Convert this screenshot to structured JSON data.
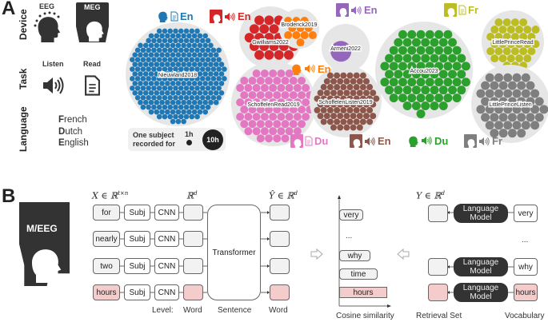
{
  "panel_a": {
    "label": "A",
    "rows": {
      "device": "Device",
      "task": "Task",
      "language": "Language"
    },
    "devices": {
      "eeg": "EEG",
      "meg": "MEG"
    },
    "tasks": {
      "listen": "Listen",
      "read": "Read"
    },
    "languages": [
      {
        "initial": "F",
        "rest": "rench"
      },
      {
        "initial": "D",
        "rest": "utch"
      },
      {
        "initial": "E",
        "rest": "nglish"
      }
    ],
    "legend": {
      "text_line1": "One subject",
      "text_line2": "recorded for",
      "small": "1h",
      "large": "10h"
    },
    "datasets": [
      {
        "name": "Nieuwland2018",
        "color": "#1f77b4",
        "device": "EEG",
        "task": "Read",
        "lang": "En"
      },
      {
        "name": "Gwilliams2022",
        "color": "#d62728",
        "device": "MEG",
        "task": "Listen",
        "lang": "En"
      },
      {
        "name": "Broderick2019",
        "color": "#ff7f0e",
        "device": "EEG",
        "task": "Listen",
        "lang": "En"
      },
      {
        "name": "Armeni2022",
        "color": "#9467bd",
        "device": "MEG",
        "task": "Listen",
        "lang": "En"
      },
      {
        "name": "SchoffelenRead2019",
        "color": "#e377c2",
        "device": "MEG",
        "task": "Read",
        "lang": "Du"
      },
      {
        "name": "SchoffelenListen2019",
        "color": "#8c564b",
        "device": "MEG",
        "task": "Listen",
        "lang": "En"
      },
      {
        "name": "Accou2023",
        "color": "#2ca02c",
        "device": "EEG",
        "task": "Listen",
        "lang": "Du"
      },
      {
        "name": "LittlePrinceRead",
        "color": "#bcbd22",
        "device": "MEG",
        "task": "Read",
        "lang": "Fr"
      },
      {
        "name": "LittlePrinceListen",
        "color": "#7f7f7f",
        "device": "MEG",
        "task": "Listen",
        "lang": "Fr"
      }
    ]
  },
  "panel_b": {
    "label": "B",
    "device_label": "M/EEG",
    "math": {
      "x": "X ∈ ℝ",
      "x_sup": "t×n",
      "rd": "ℝ",
      "rd_sup": "d",
      "yhat": "Ŷ ∈ ℝ",
      "yhat_sup": "d",
      "y": "Y ∈ ℝ",
      "y_sup": "d"
    },
    "words": [
      "for",
      "nearly",
      "two",
      "hours"
    ],
    "subj": "Subj",
    "cnn": "CNN",
    "transformer": "Transformer",
    "levels": {
      "label": "Level:",
      "word1": "Word",
      "sentence": "Sentence",
      "word2": "Word"
    },
    "ranking": [
      "very",
      "...",
      "why",
      "time",
      "hours"
    ],
    "ranking_label": "Cosine similarity",
    "lm_label_1": "Language",
    "lm_label_2": "Model",
    "vocab": [
      "very",
      "why",
      "hours"
    ],
    "ellipsis": "...",
    "retrieval_label": "Retrieval Set",
    "vocab_label": "Vocabulary"
  }
}
